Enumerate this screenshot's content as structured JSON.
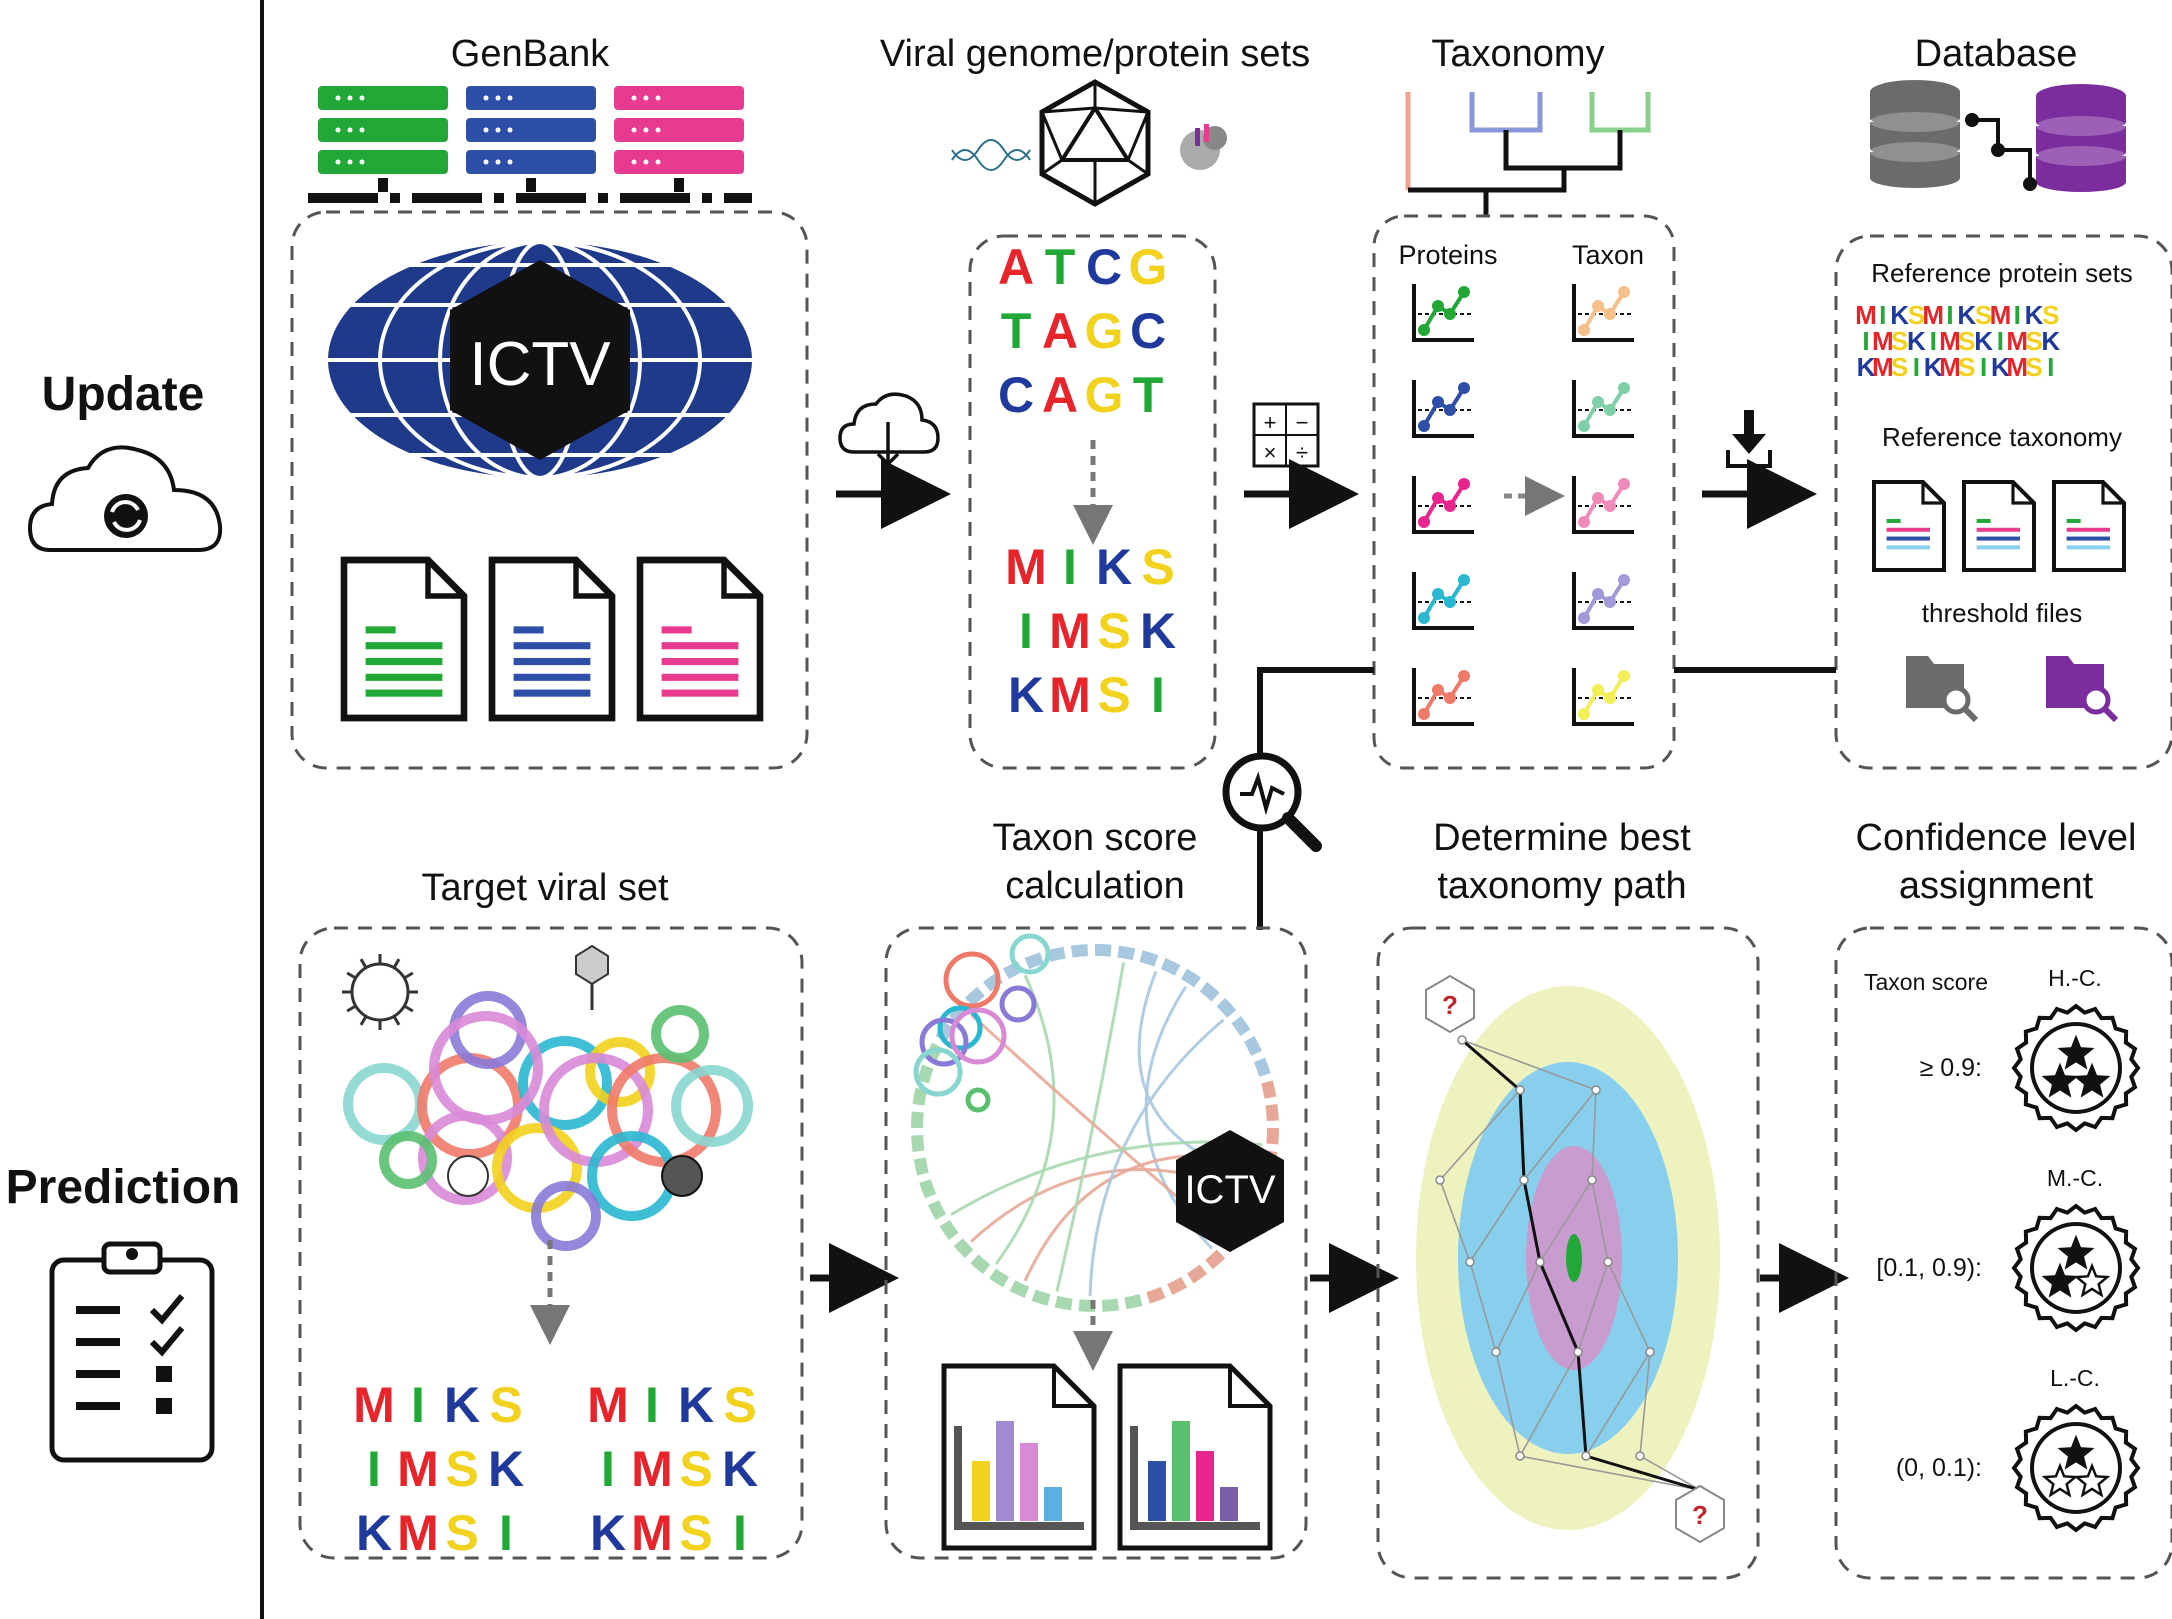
{
  "colors": {
    "green": "#22a836",
    "blue": "#2e4fa8",
    "pink": "#e83a8e",
    "purple": "#7b2d9e",
    "gray": "#6b6b6b",
    "lightyellow": "#eef2bf",
    "lightblue": "#88cfee",
    "mauve": "#c99ccf",
    "A": "#e8242b",
    "T": "#22a836",
    "C": "#1f3a9c",
    "G": "#f2d21c"
  },
  "sections": {
    "update": "Update",
    "prediction": "Prediction"
  },
  "update": {
    "genbank": "GenBank",
    "ictv_logo": "ICTV",
    "genome_sets": "Viral genome/protein sets",
    "taxonomy": "Taxonomy",
    "proteins": "Proteins",
    "taxon": "Taxon",
    "database": "Database",
    "ref_protein_sets": "Reference protein sets",
    "ref_taxonomy": "Reference taxonomy",
    "threshold_files": "threshold files",
    "nucleotides": [
      [
        "A",
        "T",
        "C",
        "G"
      ],
      [
        "T",
        "A",
        "G",
        "C"
      ],
      [
        "C",
        "A",
        "G",
        "T"
      ]
    ],
    "aa_rows": [
      [
        "M",
        "I",
        "K",
        "S"
      ],
      [
        "I",
        "M",
        "S",
        "K"
      ],
      [
        "K",
        "M",
        "S",
        "I"
      ]
    ],
    "db_aa_rows": [
      "MIKSMIKSMIKS",
      "IMSKIMSKIMSK",
      "KMSIKMSIKMSI"
    ]
  },
  "prediction": {
    "target_set": "Target viral set",
    "taxon_score_1": "Taxon score",
    "taxon_score_2": "calculation",
    "best_path_1": "Determine best",
    "best_path_2": "taxonomy path",
    "confidence_1": "Confidence level",
    "confidence_2": "assignment",
    "taxon_score_header": "Taxon score",
    "ictv_logo": "ICTV",
    "levels": [
      {
        "name": "H.-C.",
        "range": "≥ 0.9:",
        "filled_stars": 3
      },
      {
        "name": "M.-C.",
        "range": "[0.1, 0.9):",
        "filled_stars": 2
      },
      {
        "name": "L.-C.",
        "range": "(0, 0.1):",
        "filled_stars": 1
      }
    ],
    "aa_rows": [
      [
        "M",
        "I",
        "K",
        "S"
      ],
      [
        "I",
        "M",
        "S",
        "K"
      ],
      [
        "K",
        "M",
        "S",
        "I"
      ]
    ]
  }
}
